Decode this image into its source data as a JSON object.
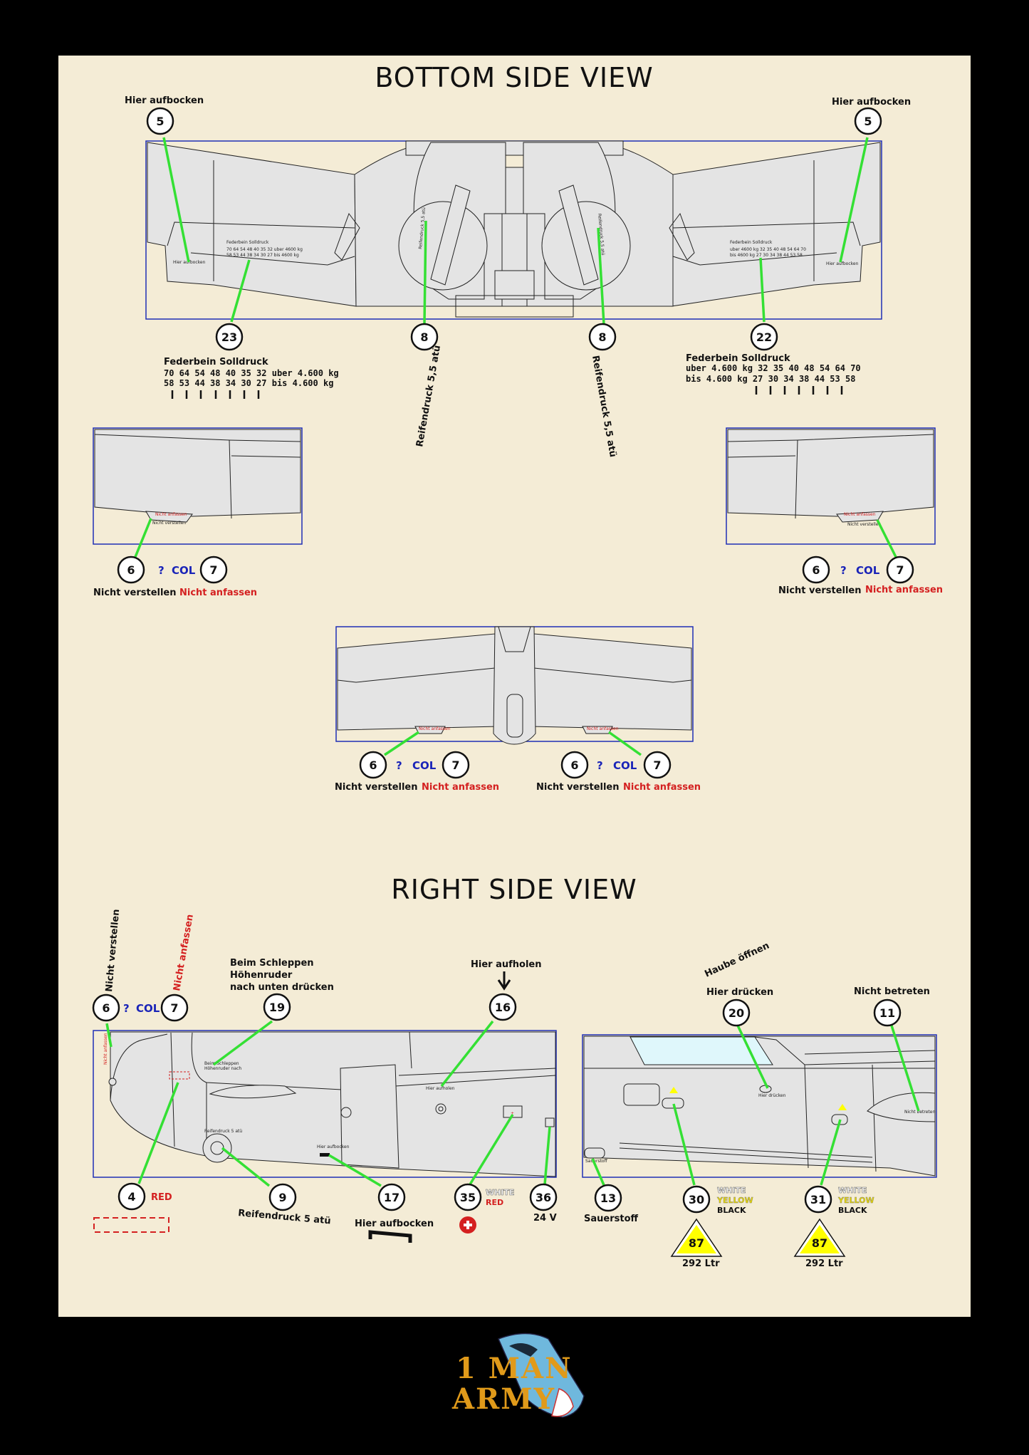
{
  "titles": {
    "bottom": "BOTTOM SIDE VIEW",
    "right": "RIGHT SIDE VIEW"
  },
  "labels": {
    "hier_aufbocken": "Hier aufbocken",
    "federbein_title": "Federbein Solldruck",
    "federbein_left_1": "70 64 54 48 40 35 32  uber 4.600 kg",
    "federbein_left_2": "58 53 44 38 34 30 27   bis   4.600 kg",
    "federbein_right_1": "uber 4.600 kg  32 35 40 48 54 64 70",
    "federbein_right_2": "bis    4.600 kg  27 30 34 38 44 53 58",
    "reifendruck_55": "Reifendruck 5,5 atü",
    "reifendruck_5": "Reifendruck 5 atü",
    "nicht_verstellen": "Nicht verstellen",
    "nicht_anfassen": "Nicht anfassen",
    "question": "?",
    "col": "COL",
    "beim_1": "Beim Schleppen",
    "beim_2": "Höhenruder",
    "beim_3": "nach unten drücken",
    "hier_aufholen": "Hier aufholen",
    "haube_oeffnen": "Haube öffnen",
    "hier_druecken": "Hier drücken",
    "nicht_betreten": "Nicht betreten",
    "red": "RED",
    "white": "WHITE",
    "yellow": "YELLOW",
    "black": "BLACK",
    "volt": "24 V",
    "sauerstoff": "Sauerstoff",
    "octane": "87",
    "liters": "292 Ltr"
  },
  "markers": {
    "m5": "5",
    "m23": "23",
    "m8": "8",
    "m22": "22",
    "m6": "6",
    "m7": "7",
    "m19": "19",
    "m16": "16",
    "m20": "20",
    "m11": "11",
    "m4": "4",
    "m9": "9",
    "m17": "17",
    "m35": "35",
    "m36": "36",
    "m13": "13",
    "m30": "30",
    "m31": "31"
  },
  "logo": {
    "line1": "1 MAN",
    "line2": "ARMY"
  },
  "colors": {
    "sheet": "#f4ecd6",
    "leader": "#34e034",
    "panel_border": "#1f2fb5",
    "warning_red": "#d42020",
    "fuel_yellow": "#ffff00"
  }
}
